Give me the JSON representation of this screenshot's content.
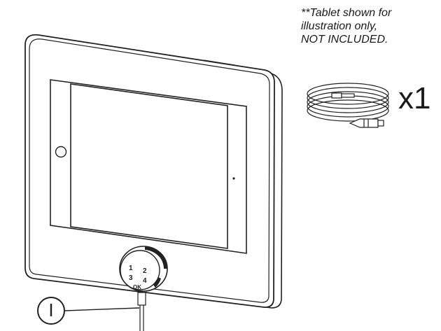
{
  "note": {
    "line1": "**Tablet shown for",
    "line2": "illustration only,",
    "line3": "NOT INCLUDED."
  },
  "cable_quantity": "x1",
  "callout_label": "I",
  "lock_dial": {
    "keys": [
      "1",
      "2",
      "3",
      "4",
      "OK"
    ]
  }
}
